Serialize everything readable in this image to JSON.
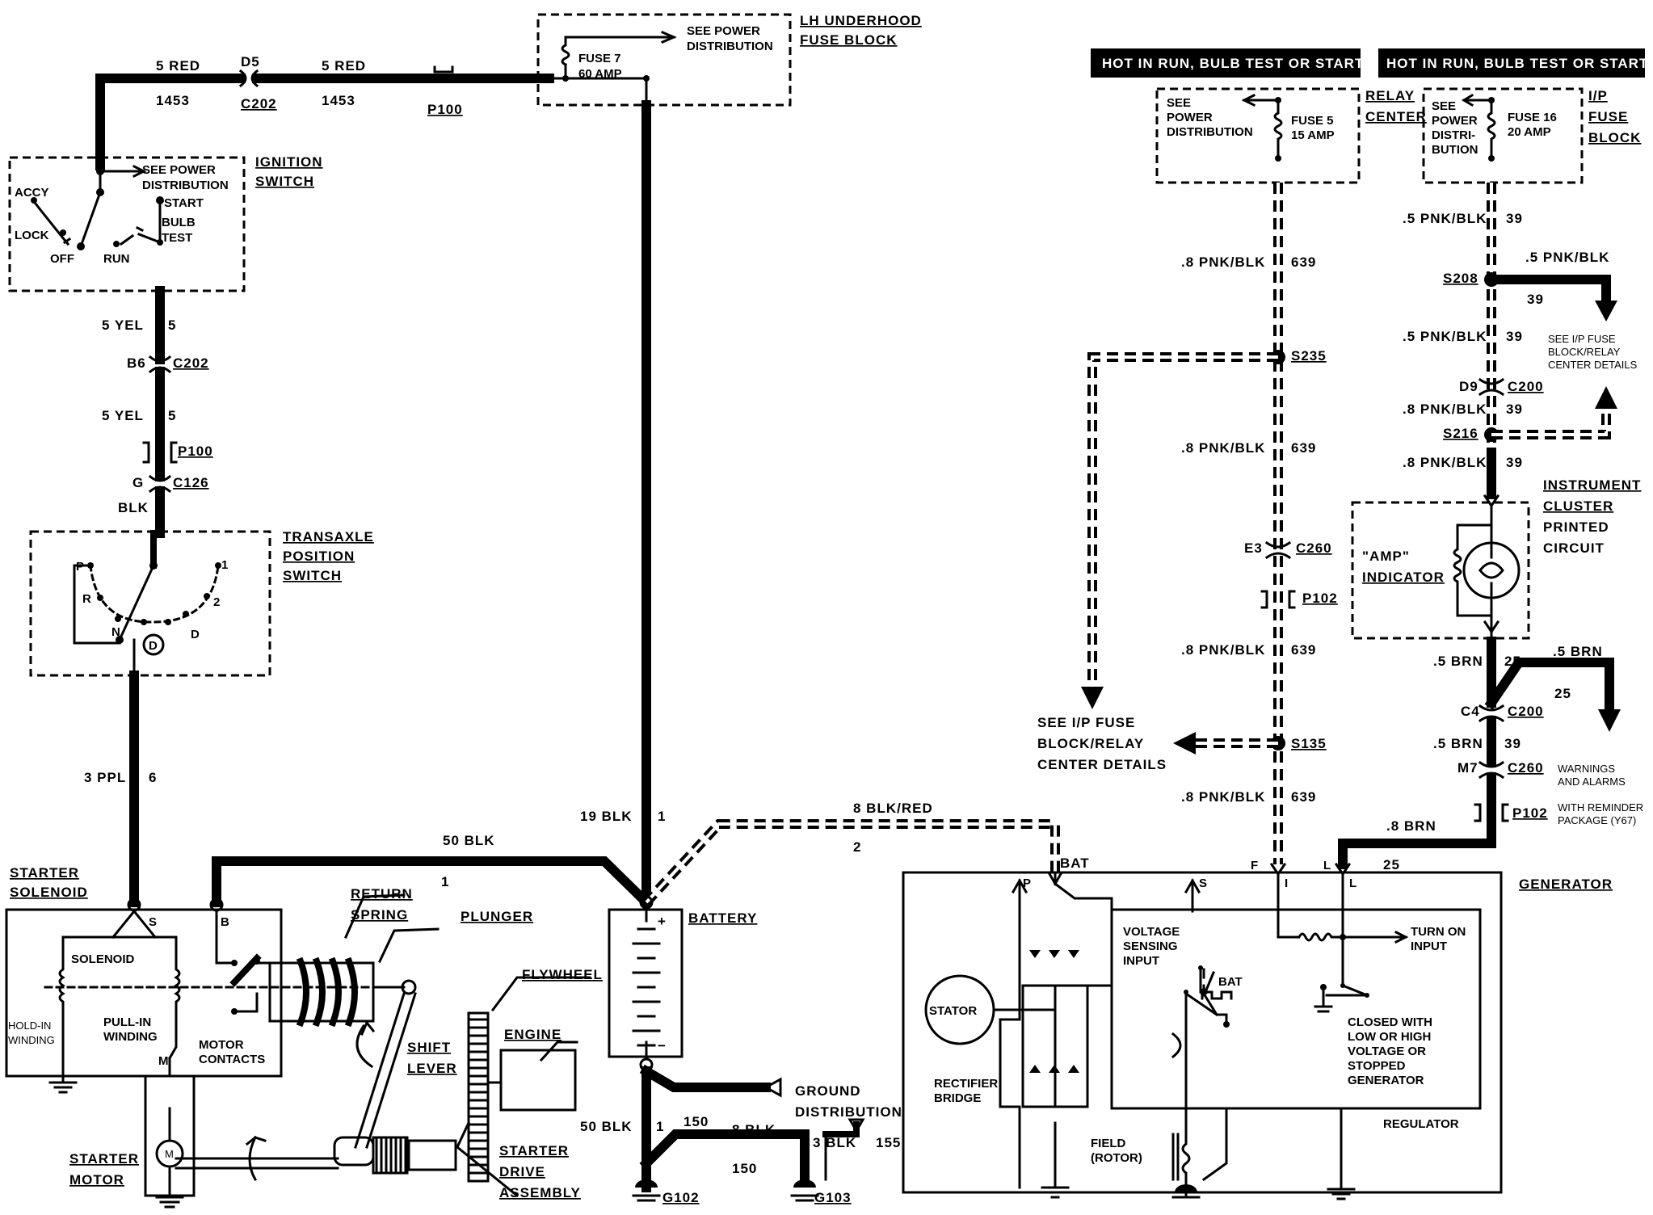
{
  "headers": {
    "relay_hot": "HOT IN RUN, BULB TEST OR START",
    "ip_hot": "HOT IN RUN, BULB TEST OR START"
  },
  "components": {
    "lh_underhood": "LH UNDERHOOD",
    "fuse_block": "FUSE BLOCK",
    "ignition_1": "IGNITION",
    "ignition_2": "SWITCH",
    "transaxle_1": "TRANSAXLE",
    "transaxle_2": "POSITION",
    "transaxle_3": "SWITCH",
    "starter_solenoid_1": "STARTER",
    "starter_solenoid_2": "SOLENOID",
    "starter_motor_1": "STARTER",
    "starter_motor_2": "MOTOR",
    "battery": "BATTERY",
    "generator": "GENERATOR",
    "relay_center_1": "RELAY",
    "relay_center_2": "CENTER",
    "ip_fuse_1": "I/P",
    "ip_fuse_2": "FUSE",
    "ip_fuse_3": "BLOCK",
    "instrument_1": "INSTRUMENT",
    "instrument_2": "CLUSTER",
    "instrument_3": "PRINTED",
    "instrument_4": "CIRCUIT",
    "return_spring_1": "RETURN",
    "return_spring_2": "SPRING",
    "plunger": "PLUNGER",
    "flywheel": "FLYWHEEL",
    "engine": "ENGINE",
    "shift_lever_1": "SHIFT",
    "shift_lever_2": "LEVER",
    "drive_1": "STARTER",
    "drive_2": "DRIVE",
    "drive_3": "ASSEMBLY",
    "ground_dist_1": "GROUND",
    "ground_dist_2": "DISTRIBUTION",
    "amp_ind_1": "\"AMP\"",
    "amp_ind_2": "INDICATOR"
  },
  "fuses": {
    "fuse7_a": "FUSE 7",
    "fuse7_b": "60 AMP",
    "fuse5_a": "FUSE 5",
    "fuse5_b": "15 AMP",
    "fuse16_a": "FUSE 16",
    "fuse16_b": "20 AMP"
  },
  "notes": {
    "see_power_1": "SEE POWER",
    "see_power_2": "DISTRIBUTION",
    "ign_see_power_1": "SEE POWER",
    "ign_see_power_2": "DISTRIBUTION",
    "relay_see_1": "SEE",
    "relay_see_2": "POWER",
    "relay_see_3": "DISTRIBUTION",
    "ip_see_1": "SEE",
    "ip_see_2": "POWER",
    "ip_see_3": "DISTRI-",
    "ip_see_4": "BUTION",
    "see_ip_1": "SEE I/P FUSE",
    "see_ip_2": "BLOCK/RELAY",
    "see_ip_3": "CENTER DETAILS",
    "see_ip_small_1": "SEE I/P FUSE",
    "see_ip_small_2": "BLOCK/RELAY",
    "see_ip_small_3": "CENTER DETAILS",
    "warnings_1": "WARNINGS",
    "warnings_2": "AND ALARMS",
    "reminder_1": "WITH REMINDER",
    "reminder_2": "PACKAGE (Y67)"
  },
  "ignition": {
    "accy": "ACCY",
    "lock": "LOCK",
    "off": "OFF",
    "run": "RUN",
    "start": "START",
    "bulb": "BULB",
    "test": "TEST"
  },
  "transaxle_pos": {
    "p": "P",
    "r": "R",
    "n": "N",
    "d_circle": "D",
    "d": "D",
    "two": "2",
    "one": "1"
  },
  "solenoid": {
    "s": "S",
    "b": "B",
    "m": "M",
    "solenoid": "SOLENOID",
    "hold_1": "HOLD-IN",
    "hold_2": "WINDING",
    "pull_1": "PULL-IN",
    "pull_2": "WINDING",
    "motor_1": "MOTOR",
    "motor_2": "CONTACTS",
    "m_symbol": "M"
  },
  "battery_marks": {
    "plus": "+",
    "minus": "−"
  },
  "generator_parts": {
    "p": "P",
    "s": "S",
    "f": "F",
    "i": "I",
    "l_out": "L",
    "l_in": "L",
    "bat_term": "BAT",
    "voltage_1": "VOLTAGE",
    "voltage_2": "SENSING",
    "voltage_3": "INPUT",
    "turn_1": "TURN ON",
    "turn_2": "INPUT",
    "bat_in": "BAT",
    "stator": "STATOR",
    "rect_1": "RECTIFIER",
    "rect_2": "BRIDGE",
    "closed_1": "CLOSED WITH",
    "closed_2": "LOW OR HIGH",
    "closed_3": "VOLTAGE OR",
    "closed_4": "STOPPED",
    "closed_5": "GENERATOR",
    "regulator": "REGULATOR",
    "field_1": "FIELD",
    "field_2": "(ROTOR)"
  },
  "wires": {
    "red_a": "5 RED",
    "red_a_num": "1453",
    "red_b": "5 RED",
    "red_b_num": "1453",
    "yel_a": "5 YEL",
    "yel_a_num": "5",
    "yel_b": "5 YEL",
    "yel_b_num": "5",
    "blk_trans": "BLK",
    "ppl": "3 PPL",
    "ppl_num": "6",
    "blk50_top": "50 BLK",
    "blk50_top_num": "1",
    "blk19": "19 BLK",
    "blk19_num": "1",
    "blkred": "8 BLK/RED",
    "blkred_num": "2",
    "blk3_a": "3 BLK",
    "blk3_a_num": "150",
    "blk8": "8 BLK",
    "blk8_num": "150",
    "blk3_b": "3 BLK",
    "blk3_b_num": "155",
    "blk50_bot": "50 BLK",
    "blk50_bot_num": "1",
    "pnk1": ".8 PNK/BLK",
    "pnk1_num": "639",
    "pnk2": ".8 PNK/BLK",
    "pnk2_num": "639",
    "pnk3": ".8 PNK/BLK",
    "pnk3_num": "639",
    "pnk4": ".8 PNK/BLK",
    "pnk4_num": "639",
    "ip_pnk1": ".5 PNK/BLK",
    "ip_pnk1_num": "39",
    "ip_pnk_branch": ".5 PNK/BLK",
    "ip_pnk_branch_num": "39",
    "ip_pnk2": ".5 PNK/BLK",
    "ip_pnk2_num": "39",
    "ip_pnk3": ".8 PNK/BLK",
    "ip_pnk3_num": "39",
    "ip_pnk4": ".8 PNK/BLK",
    "ip_pnk4_num": "39",
    "brn1": ".5 BRN",
    "brn1_num": "25",
    "brn_branch": ".5 BRN",
    "brn_branch_num": "25",
    "brn2": ".5 BRN",
    "brn2_num": "39",
    "brn3": ".8 BRN",
    "brn3_num": "25"
  },
  "connectors": {
    "d5": "D5",
    "c202_top": "C202",
    "p100_top": "P100",
    "b6": "B6",
    "c202_mid": "C202",
    "p100_mid": "P100",
    "g": "G",
    "c126": "C126",
    "s235": "S235",
    "e3": "E3",
    "c260_left": "C260",
    "p102_left": "P102",
    "s135": "S135",
    "s208": "S208",
    "d9": "D9",
    "c200_top": "C200",
    "s216": "S216",
    "c4": "C4",
    "c200_bot": "C200",
    "m7": "M7",
    "c260_right": "C260",
    "p102_right": "P102",
    "g102": "G102",
    "g103": "G103"
  }
}
